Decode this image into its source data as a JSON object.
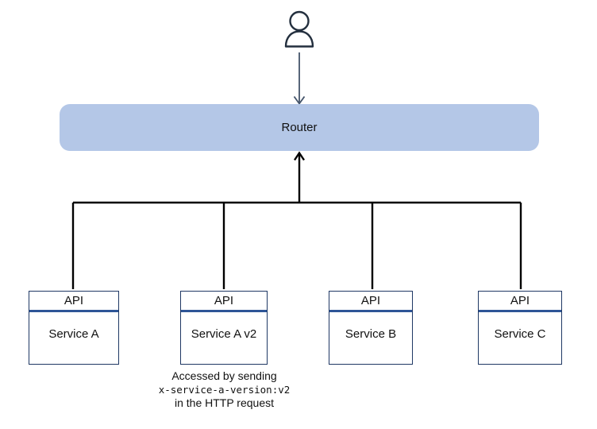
{
  "diagram": {
    "router": {
      "label": "Router"
    },
    "services": [
      {
        "header": "API",
        "name": "Service A"
      },
      {
        "header": "API",
        "name": "Service A v2"
      },
      {
        "header": "API",
        "name": "Service B"
      },
      {
        "header": "API",
        "name": "Service C"
      }
    ],
    "annotation": {
      "line1": "Accessed by sending",
      "code": "x-service-a-version:v2",
      "line3": "in the HTTP request"
    },
    "icons": {
      "user": "person-icon",
      "user_arrow": "arrow-down-icon",
      "trunk_arrow": "arrow-up-icon"
    },
    "colors": {
      "router_fill": "#b4c7e7",
      "box_border": "#1f3864",
      "divider": "#2e5597",
      "line": "#000000",
      "user_arrow": "#44546a",
      "person": "#232f3e"
    }
  }
}
